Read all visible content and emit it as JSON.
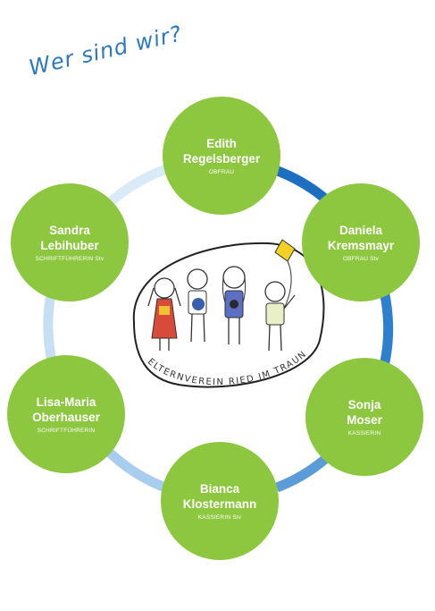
{
  "heading": "Wer sind wir?",
  "logo": {
    "text": "ELTERNVEREIN RIED IM TRAUNKREIS"
  },
  "members": [
    {
      "first": "Edith",
      "last": "Regelsberger",
      "role": "OBFRAU"
    },
    {
      "first": "Daniela",
      "last": "Kremsmayr",
      "role": "OBFRAU Stv"
    },
    {
      "first": "Sonja",
      "last": "Moser",
      "role": "KASSIERIN"
    },
    {
      "first": "Bianca",
      "last": "Klostermann",
      "role": "KASSIERIN Stv"
    },
    {
      "first": "Lisa-Maria",
      "last": "Oberhauser",
      "role": "SCHRIFTFÜHRERIN"
    },
    {
      "first": "Sandra",
      "last": "Lebihuber",
      "role": "SCHRIFTFÜHRERIN Stv"
    }
  ],
  "colors": {
    "circle_green": "#8dc63f",
    "ring_dark_blue": "#1e6fc2",
    "ring_mid_blue": "#5b9bd8",
    "ring_light_blue": "#a9cdee",
    "ring_pale_blue": "#d5e7f6",
    "heading_blue": "#2a78c2"
  }
}
